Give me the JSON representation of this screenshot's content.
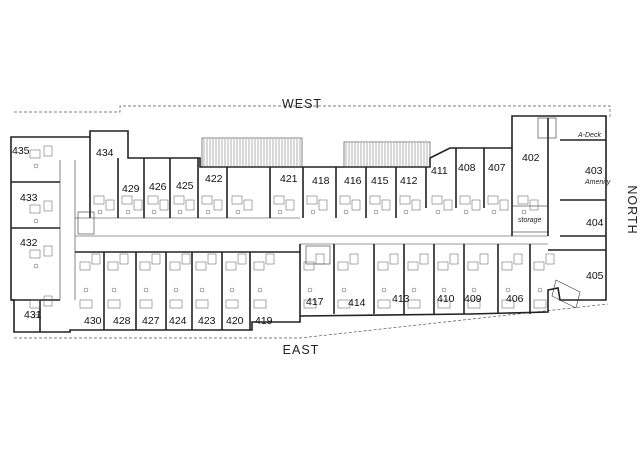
{
  "compass": {
    "west": "WEST",
    "east": "EAST",
    "north": "NORTH"
  },
  "notes": {
    "a_deck": "A-Deck",
    "amenity_number": "403",
    "amenity": "Amenity",
    "storage": "storage"
  },
  "units": [
    {
      "id": "435",
      "label": "435"
    },
    {
      "id": "434",
      "label": "434"
    },
    {
      "id": "433",
      "label": "433"
    },
    {
      "id": "432",
      "label": "432"
    },
    {
      "id": "431",
      "label": "431"
    },
    {
      "id": "430",
      "label": "430"
    },
    {
      "id": "429",
      "label": "429"
    },
    {
      "id": "428",
      "label": "428"
    },
    {
      "id": "427",
      "label": "427"
    },
    {
      "id": "426",
      "label": "426"
    },
    {
      "id": "425",
      "label": "425"
    },
    {
      "id": "424",
      "label": "424"
    },
    {
      "id": "423",
      "label": "423"
    },
    {
      "id": "422",
      "label": "422"
    },
    {
      "id": "421",
      "label": "421"
    },
    {
      "id": "420",
      "label": "420"
    },
    {
      "id": "419",
      "label": "419"
    },
    {
      "id": "418",
      "label": "418"
    },
    {
      "id": "417",
      "label": "417"
    },
    {
      "id": "416",
      "label": "416"
    },
    {
      "id": "415",
      "label": "415"
    },
    {
      "id": "414",
      "label": "414"
    },
    {
      "id": "413",
      "label": "413"
    },
    {
      "id": "412",
      "label": "412"
    },
    {
      "id": "411",
      "label": "411"
    },
    {
      "id": "410",
      "label": "410"
    },
    {
      "id": "409",
      "label": "409"
    },
    {
      "id": "408",
      "label": "408"
    },
    {
      "id": "407",
      "label": "407"
    },
    {
      "id": "406",
      "label": "406"
    },
    {
      "id": "405",
      "label": "405"
    },
    {
      "id": "404",
      "label": "404"
    },
    {
      "id": "402",
      "label": "402"
    }
  ]
}
